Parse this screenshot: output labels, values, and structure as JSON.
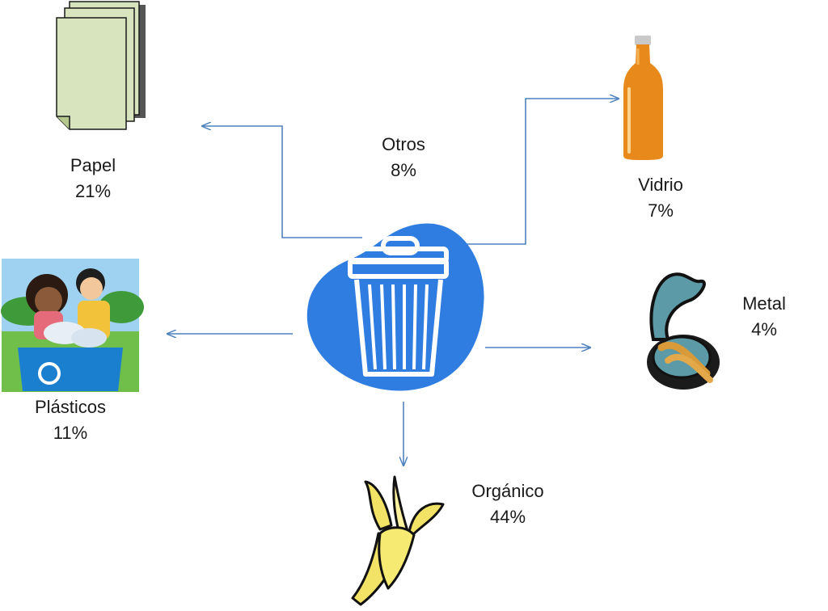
{
  "diagram": {
    "center": {
      "name": "trash-can",
      "icon": "trash-can-icon"
    },
    "colors": {
      "arrow": "#4f81bd",
      "blob": "#2f7de1",
      "paper": "#d7e4bd",
      "bottle": "#e8891b",
      "banana": "#f2e266"
    },
    "categories": [
      {
        "key": "papel",
        "name": "Papel",
        "percent": "21%",
        "icon": "paper-stack-icon"
      },
      {
        "key": "otros",
        "name": "Otros",
        "percent": "8%",
        "icon": ""
      },
      {
        "key": "vidrio",
        "name": "Vidrio",
        "percent": "7%",
        "icon": "glass-bottle-icon"
      },
      {
        "key": "plasticos",
        "name": "Plásticos",
        "percent": "11%",
        "icon": "recycling-kids-icon"
      },
      {
        "key": "metal",
        "name": "Metal",
        "percent": "4%",
        "icon": "sardine-can-icon"
      },
      {
        "key": "organico",
        "name": "Orgánico",
        "percent": "44%",
        "icon": "banana-peel-icon"
      }
    ]
  }
}
